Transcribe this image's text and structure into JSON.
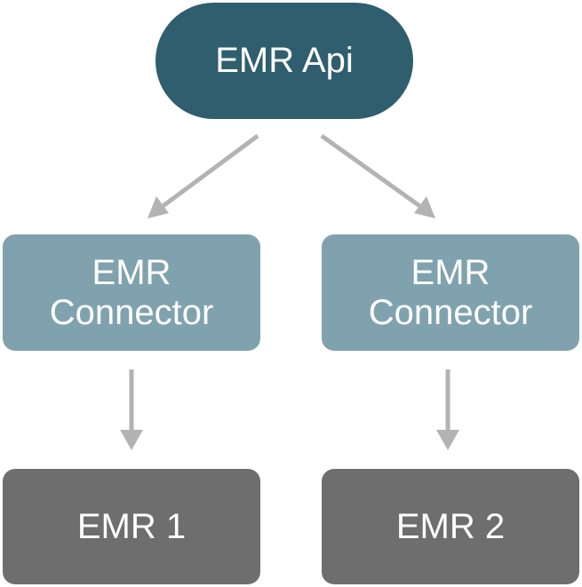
{
  "diagram": {
    "api": {
      "label": "EMR Api"
    },
    "connectors": [
      {
        "line1": "EMR",
        "line2": "Connector"
      },
      {
        "line1": "EMR",
        "line2": "Connector"
      }
    ],
    "emrs": [
      {
        "label": "EMR 1"
      },
      {
        "label": "EMR 2"
      }
    ],
    "colors": {
      "api": "#2f5e6e",
      "connector": "#7fa2ae",
      "emr": "#6e6e6e",
      "arrow": "#b3b3b3",
      "text": "#ffffff"
    }
  }
}
